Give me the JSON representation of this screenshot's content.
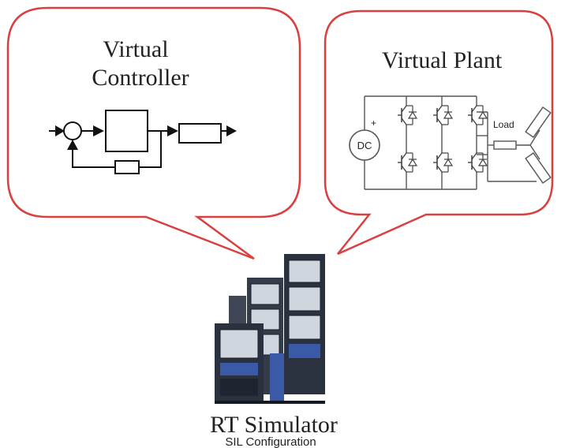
{
  "bubbles": {
    "controller": {
      "line1": "Virtual",
      "line2": "Controller"
    },
    "plant": {
      "title": "Virtual Plant",
      "dc_label": "DC",
      "plus_label": "+",
      "load_label": "Load"
    }
  },
  "simulator": {
    "label": "RT Simulator"
  },
  "caption": "SIL Configuration",
  "colors": {
    "bubble_stroke": "#d94040",
    "rack_dark": "#2a3240",
    "rack_blue": "#3a5aa8",
    "panel": "#cfd6de"
  }
}
